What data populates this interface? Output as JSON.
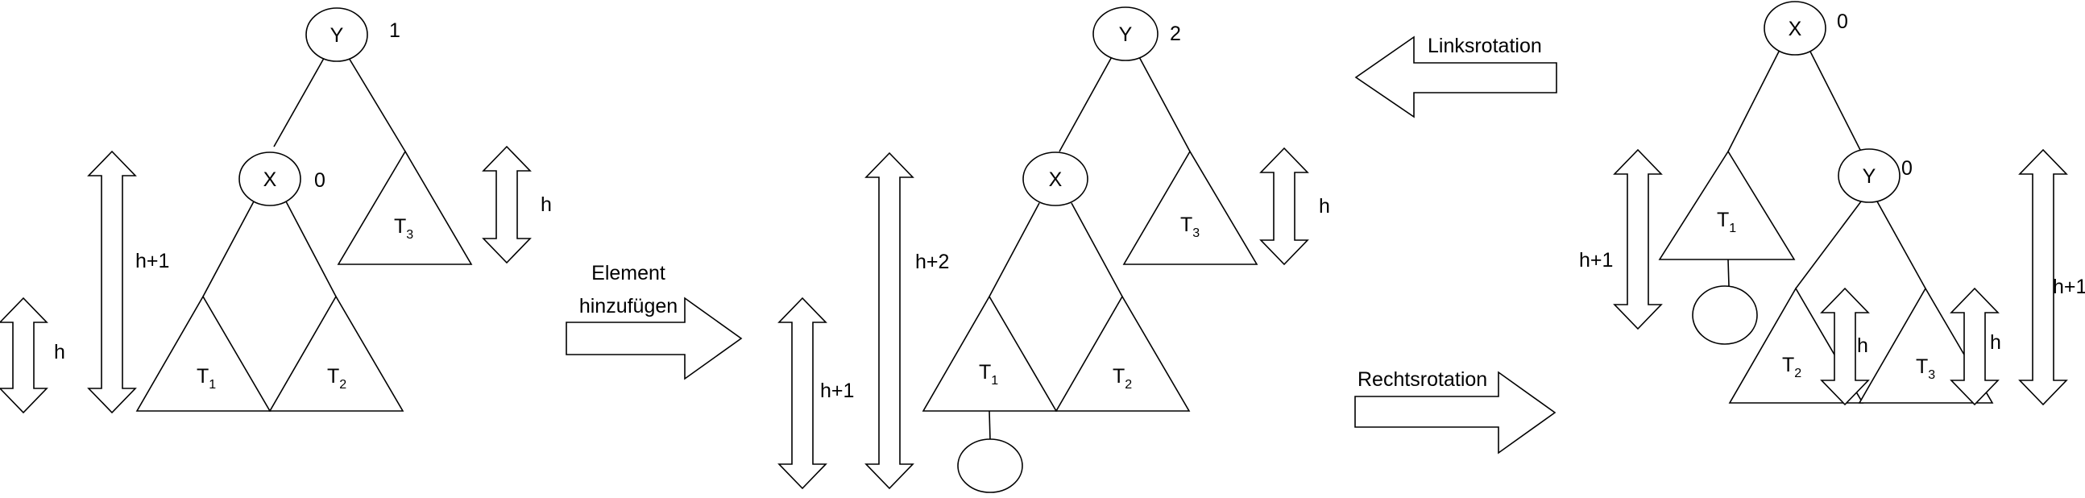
{
  "diagram": {
    "colors": {
      "stroke": "#000000",
      "fill": "#ffffff",
      "background": "#ffffff"
    },
    "left": {
      "node_y": "Y",
      "balance_y": "1",
      "node_x": "X",
      "balance_x": "0",
      "t1": "T",
      "t1_sub": "1",
      "t2": "T",
      "t2_sub": "2",
      "t3": "T",
      "t3_sub": "3",
      "h_left": "h",
      "h_plus_1": "h+1",
      "h_right": "h"
    },
    "insert_arrow": {
      "line1": "Element",
      "line2": "hinzufügen"
    },
    "middle": {
      "node_y": "Y",
      "balance_y": "2",
      "node_x": "X",
      "t1": "T",
      "t1_sub": "1",
      "t2": "T",
      "t2_sub": "2",
      "t3": "T",
      "t3_sub": "3",
      "h_plus_2": "h+2",
      "h_plus_1": "h+1",
      "h_right": "h"
    },
    "rotation_left": {
      "label": "Linksrotation"
    },
    "rotation_right": {
      "label": "Rechtsrotation"
    },
    "right": {
      "node_x": "X",
      "balance_x": "0",
      "node_y": "Y",
      "balance_y": "0",
      "t1": "T",
      "t1_sub": "1",
      "t2": "T",
      "t2_sub": "2",
      "t3": "T",
      "t3_sub": "3",
      "h_plus_1_left": "h+1",
      "h_t2": "h",
      "h_t3": "h",
      "h_plus_1_right": "h+1"
    }
  }
}
